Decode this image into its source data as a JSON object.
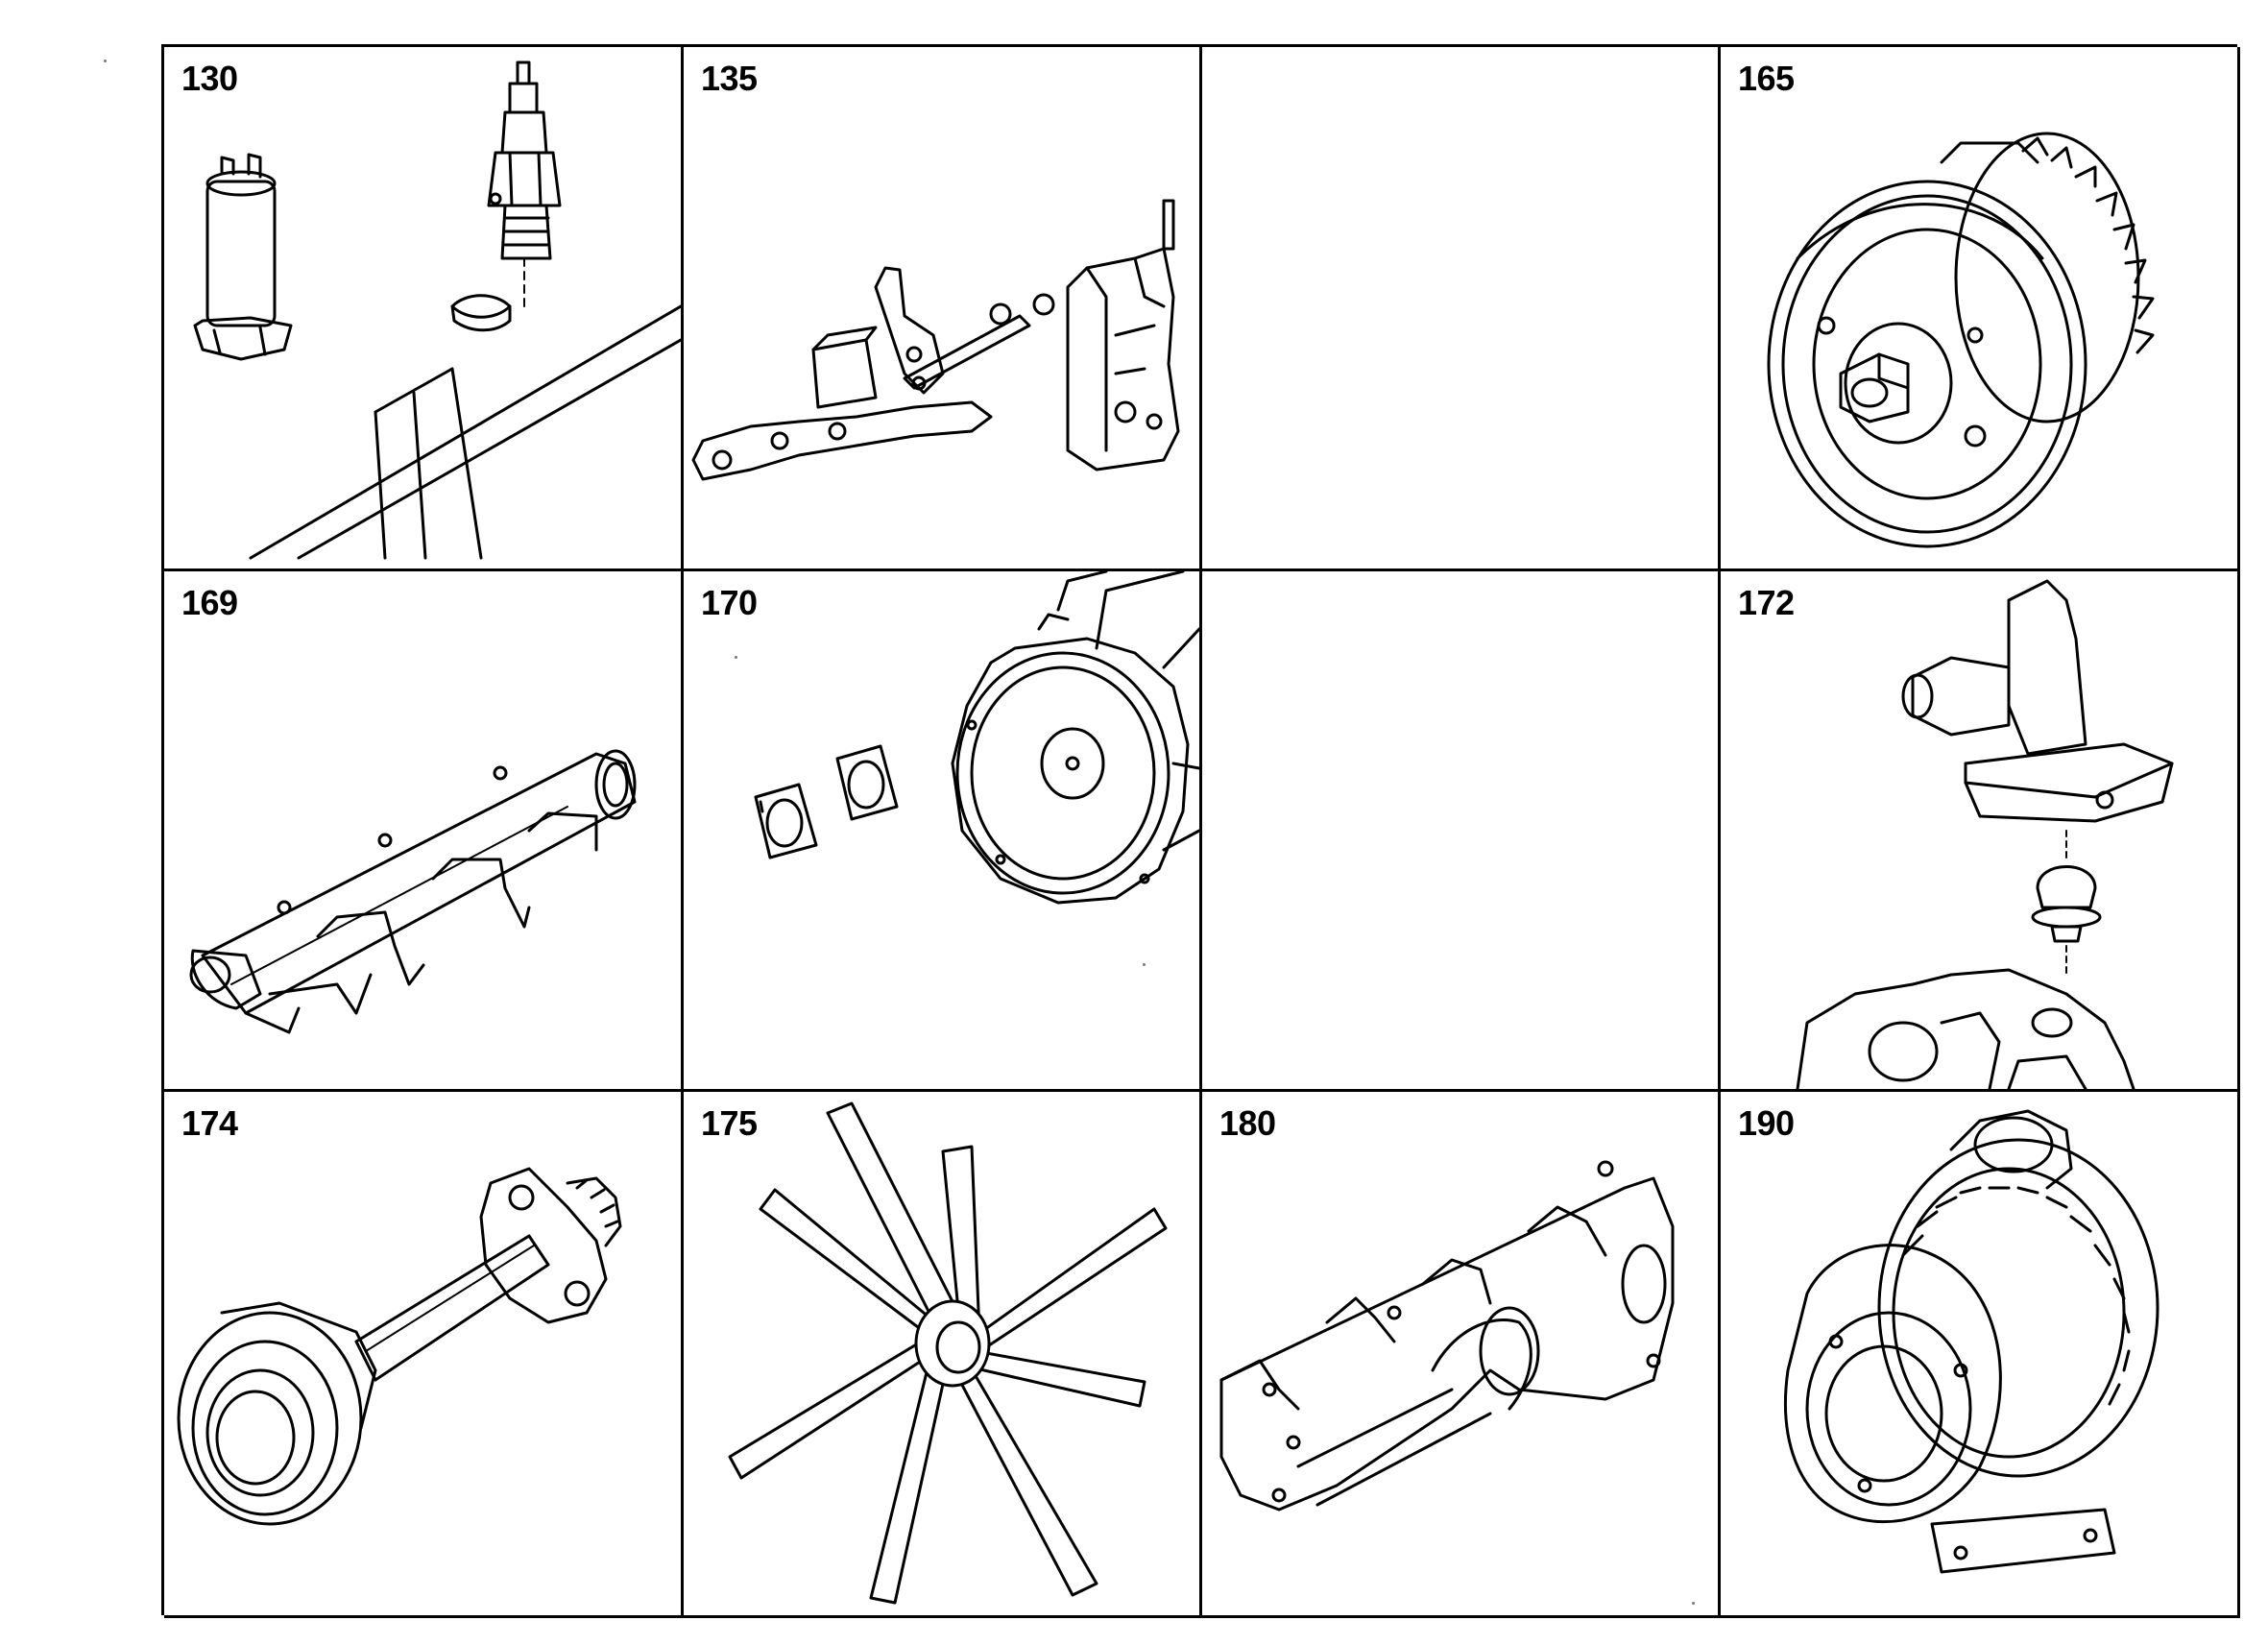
{
  "diagram": {
    "cells": [
      {
        "label": "130",
        "part_icon": "glow-plug-icon"
      },
      {
        "label": "135",
        "part_icon": "governor-linkage-icon"
      },
      {
        "label": "",
        "part_icon": ""
      },
      {
        "label": "165",
        "part_icon": "viscous-fan-clutch-icon"
      },
      {
        "label": "169",
        "part_icon": "exhaust-manifold-icon"
      },
      {
        "label": "170",
        "part_icon": "flywheel-icon"
      },
      {
        "label": "",
        "part_icon": ""
      },
      {
        "label": "172",
        "part_icon": "thermostat-housing-icon"
      },
      {
        "label": "174",
        "part_icon": "drive-shaft-icon"
      },
      {
        "label": "175",
        "part_icon": "fan-blade-icon"
      },
      {
        "label": "180",
        "part_icon": "intake-manifold-icon"
      },
      {
        "label": "190",
        "part_icon": "turbocharger-icon"
      }
    ]
  }
}
